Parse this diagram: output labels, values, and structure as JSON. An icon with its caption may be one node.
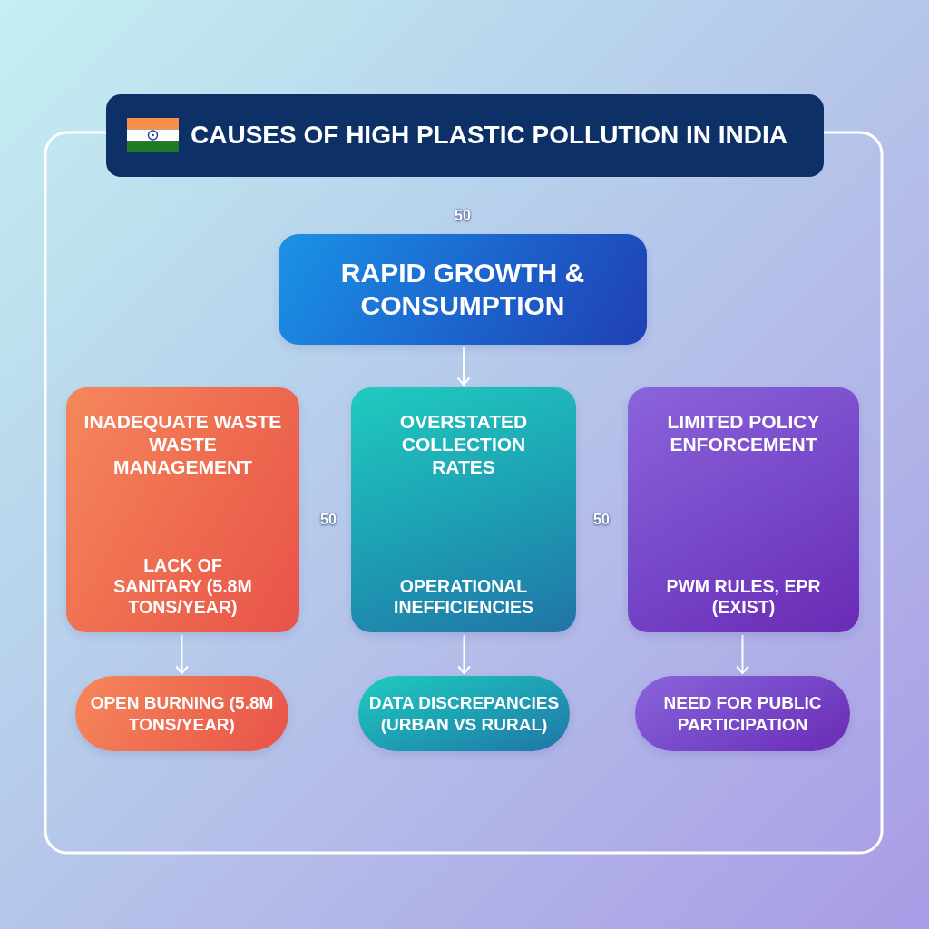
{
  "diagram": {
    "title": "CAUSES OF HIGH PLASTIC POLLUTION IN INDIA",
    "nodes": [
      {
        "text": [
          "RAPID GROWTH & CONSUMPTION"
        ]
      },
      {
        "text": [
          "INADEQUATE WASTE WASTE MANAGEMENT",
          "LACK OF SANITARY (5.8M TONS/YEAR)"
        ]
      },
      {
        "text": [
          "OVERSTATED COLLECTION RATES",
          "OPERATIONAL INEFFICIENCIES"
        ]
      },
      {
        "text": [
          "LIMITED POLICY ENFORCEMENT",
          "PWM RULES, EPR (EXIST)"
        ]
      },
      {
        "text": [
          "OPEN BURNING (5.8M TONS/YEAR)"
        ]
      },
      {
        "text": [
          "DATA DISCREPANCIES (URBAN VS RURAL)"
        ]
      },
      {
        "text": [
          "NEED FOR PUBLIC PARTICIPATION"
        ]
      }
    ],
    "edges": [
      {
        "from": 0,
        "to": 2,
        "arrow": "to"
      },
      {
        "from": 1,
        "to": 4,
        "arrow": "to"
      },
      {
        "from": 2,
        "to": 5,
        "arrow": "to"
      },
      {
        "from": 3,
        "to": 6,
        "arrow": "to"
      }
    ],
    "labels": [
      "50",
      "50",
      "50"
    ]
  }
}
